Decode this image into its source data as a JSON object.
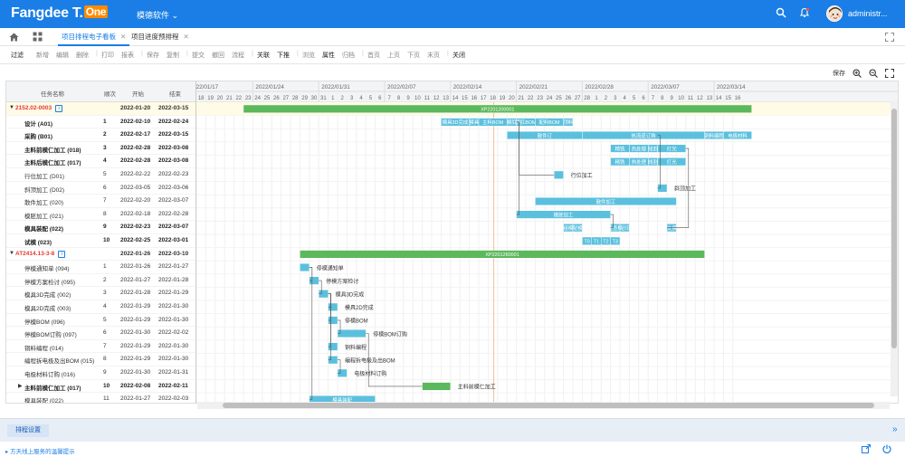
{
  "header": {
    "logo_text": "Fangdee T.",
    "logo_badge": "One",
    "app_name": "模德软件",
    "app_dropdown_icon": "chevron-down-icon",
    "user_name": "administr...",
    "brand_color": "#1a7ee6"
  },
  "tabs": [
    {
      "label": "项目排程电子看板",
      "active": true
    },
    {
      "label": "项目进度预排程",
      "active": false
    }
  ],
  "toolbar": [
    {
      "label": "过滤",
      "enabled": true
    },
    {
      "label": "新增",
      "enabled": false
    },
    {
      "label": "编辑",
      "enabled": false
    },
    {
      "label": "删除",
      "enabled": false
    },
    {
      "label": "打印",
      "enabled": false
    },
    {
      "label": "报表",
      "enabled": false
    },
    {
      "label": "保存",
      "enabled": false
    },
    {
      "label": "复制",
      "enabled": false
    },
    {
      "label": "提交",
      "enabled": false
    },
    {
      "label": "撤回",
      "enabled": false
    },
    {
      "label": "流程",
      "enabled": false
    },
    {
      "label": "关联",
      "enabled": true
    },
    {
      "label": "下推",
      "enabled": true
    },
    {
      "label": "浏览",
      "enabled": false
    },
    {
      "label": "属性",
      "enabled": true
    },
    {
      "label": "归档",
      "enabled": false
    },
    {
      "label": "首页",
      "enabled": false
    },
    {
      "label": "上页",
      "enabled": false
    },
    {
      "label": "下页",
      "enabled": false
    },
    {
      "label": "末页",
      "enabled": false
    },
    {
      "label": "关闭",
      "enabled": true
    }
  ],
  "gantt_tools": {
    "save_label": "保存",
    "zoom_in_icon": "zoom-in-icon",
    "zoom_out_icon": "zoom-out-icon",
    "fullscreen_icon": "fullscreen-icon"
  },
  "columns": [
    "任务名称",
    "顺次",
    "开始",
    "结束"
  ],
  "rows": [
    {
      "name": "2152.02-0003",
      "seq": "",
      "start": "2022-01-20",
      "end": "2022-03-15",
      "type": "group",
      "info": "i"
    },
    {
      "name": "设计 (A01)",
      "seq": "1",
      "start": "2022-02-10",
      "end": "2022-02-24",
      "bold": true
    },
    {
      "name": "采购 (B01)",
      "seq": "2",
      "start": "2022-02-17",
      "end": "2022-03-15",
      "bold": true
    },
    {
      "name": "主料前模仁加工 (018)",
      "seq": "3",
      "start": "2022-02-28",
      "end": "2022-03-08",
      "bold": true
    },
    {
      "name": "主料后模仁加工 (017)",
      "seq": "4",
      "start": "2022-02-28",
      "end": "2022-03-08",
      "bold": true
    },
    {
      "name": "行位加工 (D01)",
      "seq": "5",
      "start": "2022-02-22",
      "end": "2022-02-23"
    },
    {
      "name": "斜顶加工 (D02)",
      "seq": "6",
      "start": "2022-03-05",
      "end": "2022-03-06"
    },
    {
      "name": "散件加工 (020)",
      "seq": "7",
      "start": "2022-02-20",
      "end": "2022-03-07"
    },
    {
      "name": "模胚加工 (021)",
      "seq": "8",
      "start": "2022-02-18",
      "end": "2022-02-28"
    },
    {
      "name": "模具装配 (022)",
      "seq": "9",
      "start": "2022-02-23",
      "end": "2022-03-07",
      "bold": true
    },
    {
      "name": "试模 (023)",
      "seq": "10",
      "start": "2022-02-25",
      "end": "2022-03-01",
      "bold": true
    },
    {
      "name": "AT2414.13-3-8",
      "seq": "",
      "start": "2022-01-26",
      "end": "2022-03-10",
      "type": "group",
      "info": "i"
    },
    {
      "name": "停模通知单 (094)",
      "seq": "1",
      "start": "2022-01-26",
      "end": "2022-01-27"
    },
    {
      "name": "停模方案检讨 (095)",
      "seq": "2",
      "start": "2022-01-27",
      "end": "2022-01-28"
    },
    {
      "name": "模具3D完成 (002)",
      "seq": "3",
      "start": "2022-01-28",
      "end": "2022-01-29"
    },
    {
      "name": "模具2D完成 (003)",
      "seq": "4",
      "start": "2022-01-29",
      "end": "2022-01-30"
    },
    {
      "name": "停模BOM (096)",
      "seq": "5",
      "start": "2022-01-29",
      "end": "2022-01-30"
    },
    {
      "name": "停模BOM订购 (097)",
      "seq": "6",
      "start": "2022-01-30",
      "end": "2022-02-02"
    },
    {
      "name": "铜料编程 (014)",
      "seq": "7",
      "start": "2022-01-29",
      "end": "2022-01-30"
    },
    {
      "name": "编程拆电极及出BOM (015)",
      "seq": "8",
      "start": "2022-01-29",
      "end": "2022-01-30"
    },
    {
      "name": "电极材料订购 (016)",
      "seq": "9",
      "start": "2022-01-30",
      "end": "2022-01-31"
    },
    {
      "name": "主料前模仁加工 (017)",
      "seq": "10",
      "start": "2022-02-08",
      "end": "2022-02-11",
      "bold": true,
      "collapsed": true
    },
    {
      "name": "模具装配 (022)",
      "seq": "11",
      "start": "2022-01-27",
      "end": "2022-02-03"
    }
  ],
  "timeline": {
    "first_day": "2022-01-15",
    "day_labels": [
      "18",
      "19",
      "20",
      "21",
      "22",
      "23",
      "24",
      "25",
      "26",
      "27",
      "28",
      "29",
      "30",
      "31",
      "1",
      "2",
      "3",
      "4",
      "5",
      "6",
      "7",
      "8",
      "9",
      "10",
      "11",
      "12",
      "13",
      "14",
      "15",
      "16",
      "17",
      "18",
      "19",
      "20",
      "21",
      "22",
      "23",
      "24",
      "25",
      "26",
      "27",
      "28",
      "1",
      "2",
      "3",
      "4",
      "5",
      "6",
      "7",
      "8",
      "9",
      "10",
      "11",
      "12",
      "13",
      "14",
      "15",
      "16"
    ],
    "week_labels": [
      "2022/01/17",
      "2022/01/24",
      "2022/01/31",
      "2022/02/07",
      "2022/02/14",
      "2022/02/21",
      "2022/02/28",
      "2022/03/07",
      "2022/03/14"
    ],
    "today_marker": "2022-02-16"
  },
  "gantt_bars": [
    {
      "row": 0,
      "label": "XP2201200001",
      "start": "2022-01-20",
      "end": "2022-03-15",
      "color": "#5cb85c"
    },
    {
      "row": 1,
      "label": "模具3D完成",
      "start": "2022-02-10",
      "end": "2022-02-13",
      "color": "#5bc0de"
    },
    {
      "row": 1,
      "label": "模具",
      "start": "2022-02-13",
      "end": "2022-02-14",
      "color": "#5bc0de"
    },
    {
      "row": 1,
      "label": "主料BOM",
      "start": "2022-02-14",
      "end": "2022-02-17",
      "color": "#5bc0de"
    },
    {
      "row": 1,
      "label": "模肛",
      "start": "2022-02-17",
      "end": "2022-02-18",
      "color": "#5bc0de"
    },
    {
      "row": 1,
      "label": "模肛BOM",
      "start": "2022-02-18",
      "end": "2022-02-20",
      "color": "#5bc0de"
    },
    {
      "row": 1,
      "label": "配料BOM",
      "start": "2022-02-20",
      "end": "2022-02-23",
      "color": "#5bc0de"
    },
    {
      "row": 1,
      "label": "顶料",
      "start": "2022-02-23",
      "end": "2022-02-24",
      "color": "#5bc0de"
    },
    {
      "row": 2,
      "label": "散件订",
      "start": "2022-02-17",
      "end": "2022-02-25",
      "color": "#5bc0de"
    },
    {
      "row": 2,
      "label": "热流道订购",
      "start": "2022-02-25",
      "end": "2022-03-10",
      "color": "#5bc0de"
    },
    {
      "row": 2,
      "label": "铜料编程",
      "start": "2022-03-10",
      "end": "2022-03-12",
      "color": "#5bc0de"
    },
    {
      "row": 2,
      "label": "电极材料",
      "start": "2022-03-12",
      "end": "2022-03-15",
      "color": "#5bc0de"
    },
    {
      "row": 3,
      "label": "精铣",
      "start": "2022-02-28",
      "end": "2022-03-02",
      "color": "#5bc0de"
    },
    {
      "row": 3,
      "label": "热处理",
      "start": "2022-03-02",
      "end": "2022-03-04",
      "color": "#5bc0de"
    },
    {
      "row": 3,
      "label": "线割",
      "start": "2022-03-04",
      "end": "2022-03-05",
      "color": "#5bc0de"
    },
    {
      "row": 3,
      "label": "打光",
      "start": "2022-03-05",
      "end": "2022-03-08",
      "color": "#5bc0de"
    },
    {
      "row": 4,
      "label": "精铣",
      "start": "2022-02-28",
      "end": "2022-03-02",
      "color": "#5bc0de"
    },
    {
      "row": 4,
      "label": "热处理",
      "start": "2022-03-02",
      "end": "2022-03-04",
      "color": "#5bc0de"
    },
    {
      "row": 4,
      "label": "线割",
      "start": "2022-03-04",
      "end": "2022-03-05",
      "color": "#5bc0de"
    },
    {
      "row": 4,
      "label": "打光",
      "start": "2022-03-05",
      "end": "2022-03-08",
      "color": "#5bc0de"
    },
    {
      "row": 5,
      "label": "",
      "start": "2022-02-22",
      "end": "2022-02-23",
      "color": "#5bc0de",
      "side_label": "行位加工"
    },
    {
      "row": 6,
      "label": "",
      "start": "2022-03-05",
      "end": "2022-03-06",
      "color": "#5bc0de",
      "side_label": "斜顶加工"
    },
    {
      "row": 7,
      "label": "散件加工",
      "start": "2022-02-20",
      "end": "2022-03-07",
      "color": "#5bc0de"
    },
    {
      "row": 8,
      "label": "模胚加工",
      "start": "2022-02-18",
      "end": "2022-02-28",
      "color": "#5bc0de"
    },
    {
      "row": 9,
      "label": "组模",
      "start": "2022-02-23",
      "end": "2022-02-24",
      "color": "#5bc0de"
    },
    {
      "row": 9,
      "label": "配模",
      "start": "2022-02-24",
      "end": "2022-02-25",
      "color": "#5bc0de"
    },
    {
      "row": 9,
      "label": "检查模",
      "start": "2022-02-28",
      "end": "2022-03-01",
      "color": "#5bc0de"
    },
    {
      "row": 9,
      "label": "配印",
      "start": "2022-03-01",
      "end": "2022-03-02",
      "color": "#5bc0de"
    },
    {
      "row": 9,
      "label": "交模",
      "start": "2022-03-06",
      "end": "2022-03-07",
      "color": "#5bc0de"
    },
    {
      "row": 10,
      "label": "T0",
      "start": "2022-02-25",
      "end": "2022-02-26",
      "color": "#5bc0de"
    },
    {
      "row": 10,
      "label": "T1",
      "start": "2022-02-26",
      "end": "2022-02-27",
      "color": "#5bc0de"
    },
    {
      "row": 10,
      "label": "T2",
      "start": "2022-02-27",
      "end": "2022-02-28",
      "color": "#5bc0de"
    },
    {
      "row": 10,
      "label": "T3",
      "start": "2022-02-28",
      "end": "2022-03-01",
      "color": "#5bc0de"
    },
    {
      "row": 11,
      "label": "XP2201260001",
      "start": "2022-01-26",
      "end": "2022-03-10",
      "color": "#5cb85c"
    },
    {
      "row": 12,
      "label": "",
      "start": "2022-01-26",
      "end": "2022-01-27",
      "color": "#5bc0de",
      "side_label": "停模通知单"
    },
    {
      "row": 13,
      "label": "",
      "start": "2022-01-27",
      "end": "2022-01-28",
      "color": "#5bc0de",
      "side_label": "停模方案检讨"
    },
    {
      "row": 14,
      "label": "",
      "start": "2022-01-28",
      "end": "2022-01-29",
      "color": "#5bc0de",
      "side_label": "模具3D完成"
    },
    {
      "row": 15,
      "label": "",
      "start": "2022-01-29",
      "end": "2022-01-30",
      "color": "#5bc0de",
      "side_label": "模具2D完成"
    },
    {
      "row": 16,
      "label": "",
      "start": "2022-01-29",
      "end": "2022-01-30",
      "color": "#5bc0de",
      "side_label": "停模BOM"
    },
    {
      "row": 17,
      "label": "",
      "start": "2022-01-30",
      "end": "2022-02-02",
      "color": "#5bc0de",
      "side_label": "停模BOM订购"
    },
    {
      "row": 18,
      "label": "",
      "start": "2022-01-29",
      "end": "2022-01-30",
      "color": "#5bc0de",
      "side_label": "铜料编程"
    },
    {
      "row": 19,
      "label": "",
      "start": "2022-01-29",
      "end": "2022-01-30",
      "color": "#5bc0de",
      "side_label": "编程拆电极及出BOM"
    },
    {
      "row": 20,
      "label": "",
      "start": "2022-01-30",
      "end": "2022-01-31",
      "color": "#5bc0de",
      "side_label": "电极材料订购"
    },
    {
      "row": 21,
      "label": "",
      "start": "2022-02-08",
      "end": "2022-02-11",
      "color": "#5cb85c",
      "side_label": "主料前模仁加工"
    },
    {
      "row": 22,
      "label": "模具装配",
      "start": "2022-01-27",
      "end": "2022-02-03",
      "color": "#5bc0de"
    }
  ],
  "bottom": {
    "schedule_button": "排程设置",
    "expand_icon": "double-chevron-right-icon",
    "footer_text": "方天线上服务的温馨提示"
  }
}
